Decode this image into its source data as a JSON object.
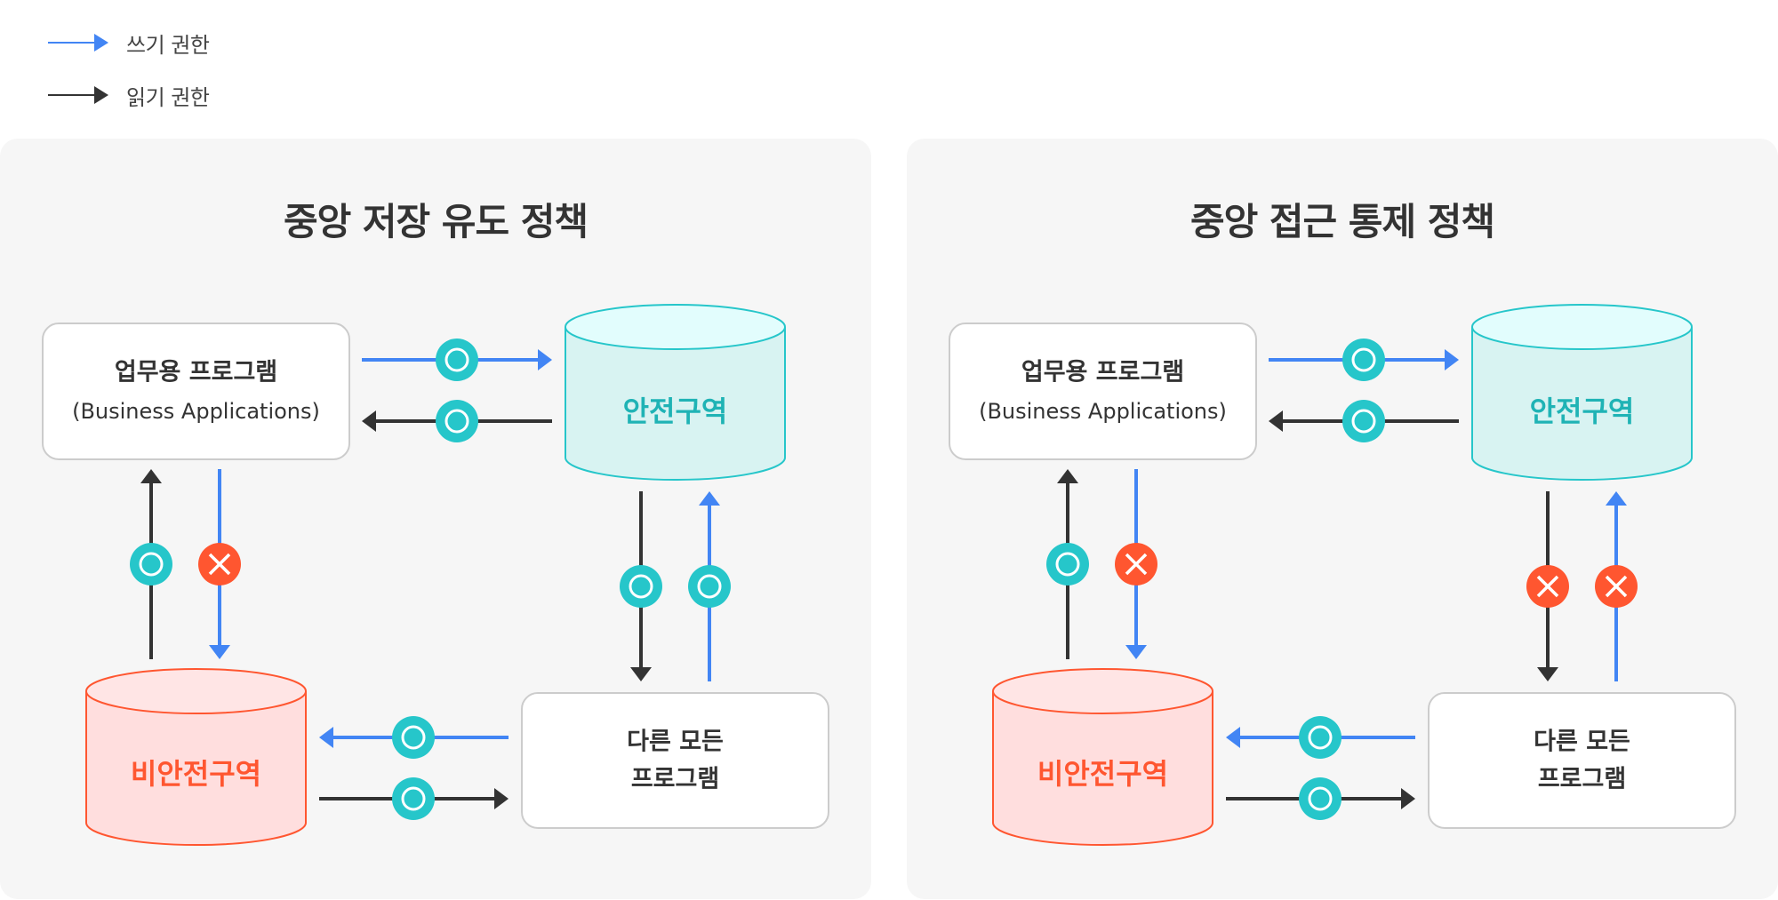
{
  "legend": {
    "items": [
      {
        "label": "쓰기 권한",
        "kind": "write",
        "color": "#4285F4"
      },
      {
        "label": "읽기 권한",
        "kind": "read",
        "color": "#333333"
      }
    ]
  },
  "colors": {
    "write": "#4285F4",
    "read": "#333333",
    "allowed": "#26C6CA",
    "denied": "#FF5630",
    "safe_fill": "#D8F3F2",
    "safe_top": "#E2FDFD",
    "safe_stroke": "#26C6CA",
    "safe_text": "#1FB3B5",
    "unsafe_fill": "#FFDEDE",
    "unsafe_top": "#FFE5E5",
    "unsafe_stroke": "#FF5630",
    "unsafe_text": "#FF5630",
    "box_stroke": "#CCCCCC",
    "text": "#333333",
    "panel_bg": "#F6F6F6"
  },
  "nodes": {
    "business": {
      "title": "업무용 프로그램",
      "subtitle": "(Business Applications)"
    },
    "safe_zone": {
      "label": "안전구역"
    },
    "unsafe_zone": {
      "label": "비안전구역"
    },
    "other_programs": {
      "line1": "다른 모든",
      "line2": "프로그램"
    }
  },
  "panels": [
    {
      "id": "left",
      "title": "중앙 저장 유도 정책",
      "flows": [
        {
          "from": "business",
          "to": "safe_zone",
          "type": "write",
          "status": "allowed"
        },
        {
          "from": "safe_zone",
          "to": "business",
          "type": "read",
          "status": "allowed"
        },
        {
          "from": "unsafe_zone",
          "to": "business",
          "type": "read",
          "status": "allowed"
        },
        {
          "from": "business",
          "to": "unsafe_zone",
          "type": "write",
          "status": "denied"
        },
        {
          "from": "safe_zone",
          "to": "other_programs",
          "type": "read",
          "status": "allowed"
        },
        {
          "from": "other_programs",
          "to": "safe_zone",
          "type": "write",
          "status": "allowed"
        },
        {
          "from": "other_programs",
          "to": "unsafe_zone",
          "type": "write",
          "status": "allowed"
        },
        {
          "from": "unsafe_zone",
          "to": "other_programs",
          "type": "read",
          "status": "allowed"
        }
      ]
    },
    {
      "id": "right",
      "title": "중앙 접근 통제 정책",
      "flows": [
        {
          "from": "business",
          "to": "safe_zone",
          "type": "write",
          "status": "allowed"
        },
        {
          "from": "safe_zone",
          "to": "business",
          "type": "read",
          "status": "allowed"
        },
        {
          "from": "unsafe_zone",
          "to": "business",
          "type": "read",
          "status": "allowed"
        },
        {
          "from": "business",
          "to": "unsafe_zone",
          "type": "write",
          "status": "denied"
        },
        {
          "from": "safe_zone",
          "to": "other_programs",
          "type": "read",
          "status": "denied"
        },
        {
          "from": "other_programs",
          "to": "safe_zone",
          "type": "write",
          "status": "denied"
        },
        {
          "from": "other_programs",
          "to": "unsafe_zone",
          "type": "write",
          "status": "allowed"
        },
        {
          "from": "unsafe_zone",
          "to": "other_programs",
          "type": "read",
          "status": "allowed"
        }
      ]
    }
  ]
}
